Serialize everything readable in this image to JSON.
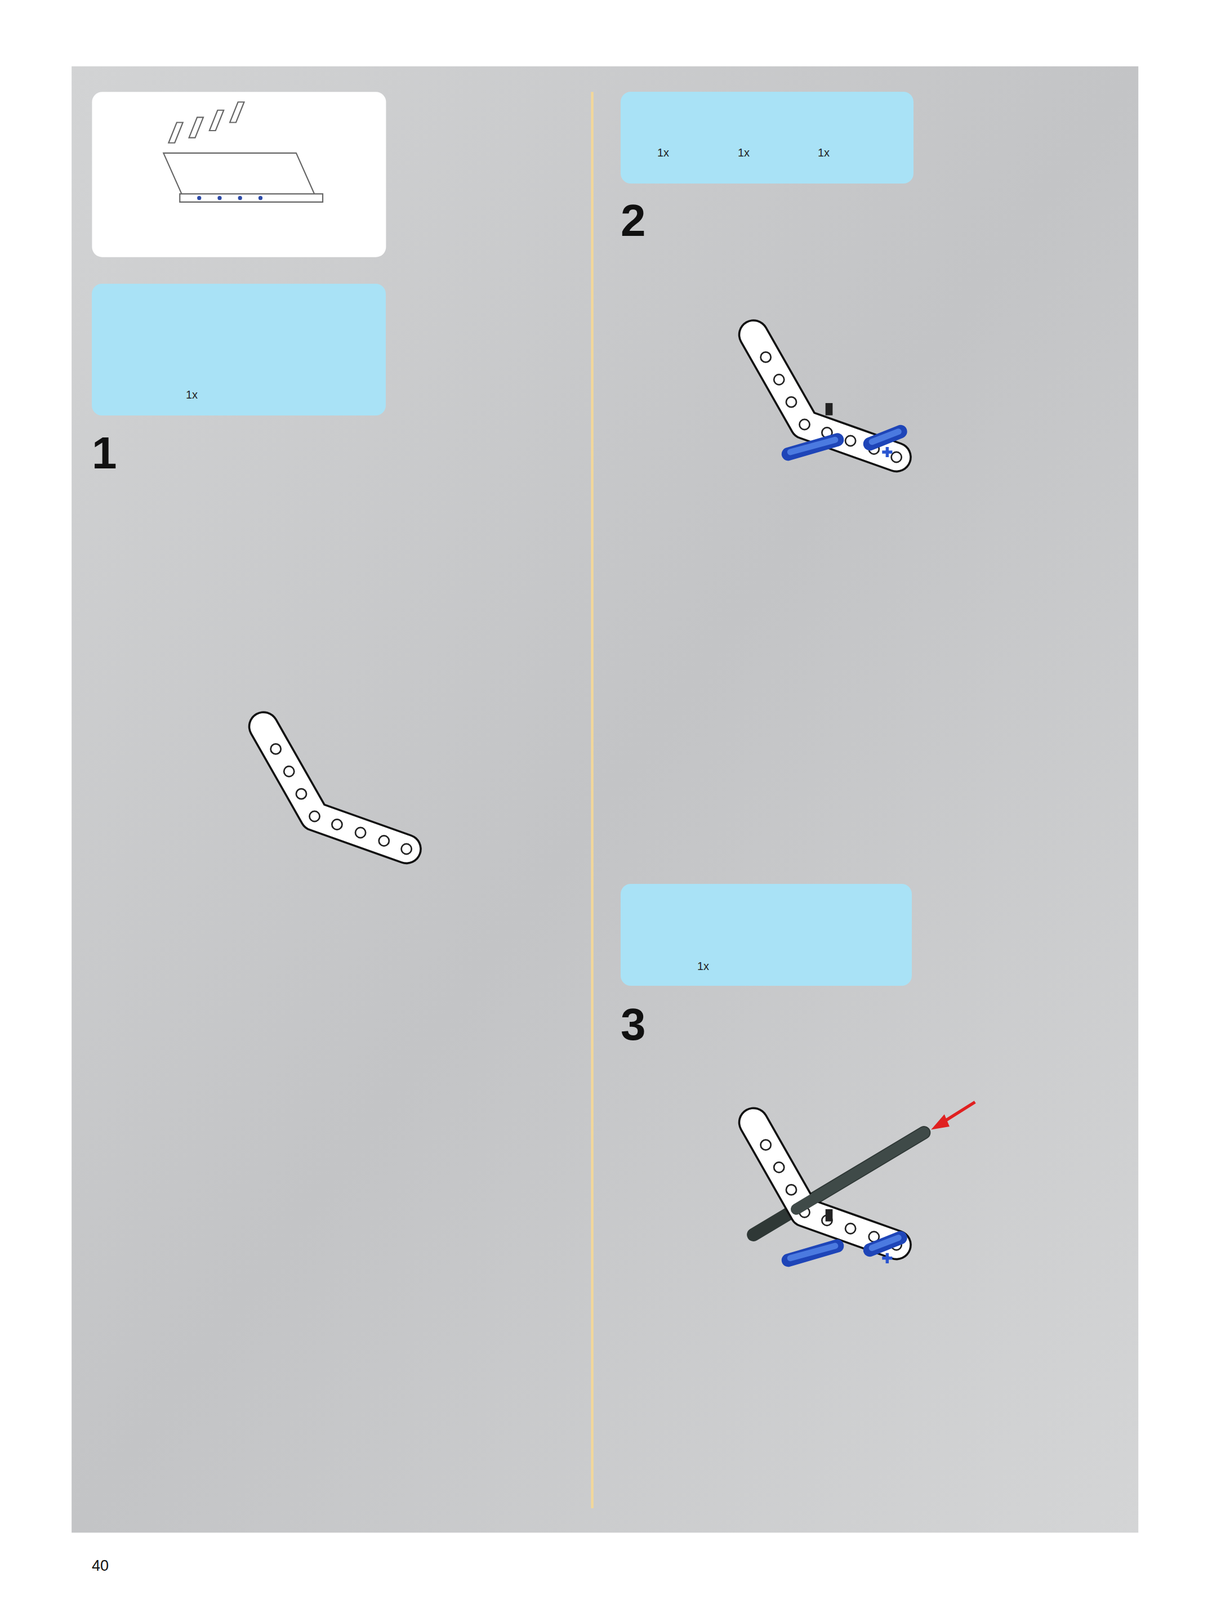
{
  "diagram": {
    "nodes": [
      {
        "text": [
          "1x"
        ]
      },
      {
        "text": [
          "1x",
          "1x",
          "1x"
        ]
      },
      {
        "text": [
          "1x"
        ]
      }
    ],
    "labels": [
      "1",
      "2",
      "3",
      "40"
    ]
  }
}
